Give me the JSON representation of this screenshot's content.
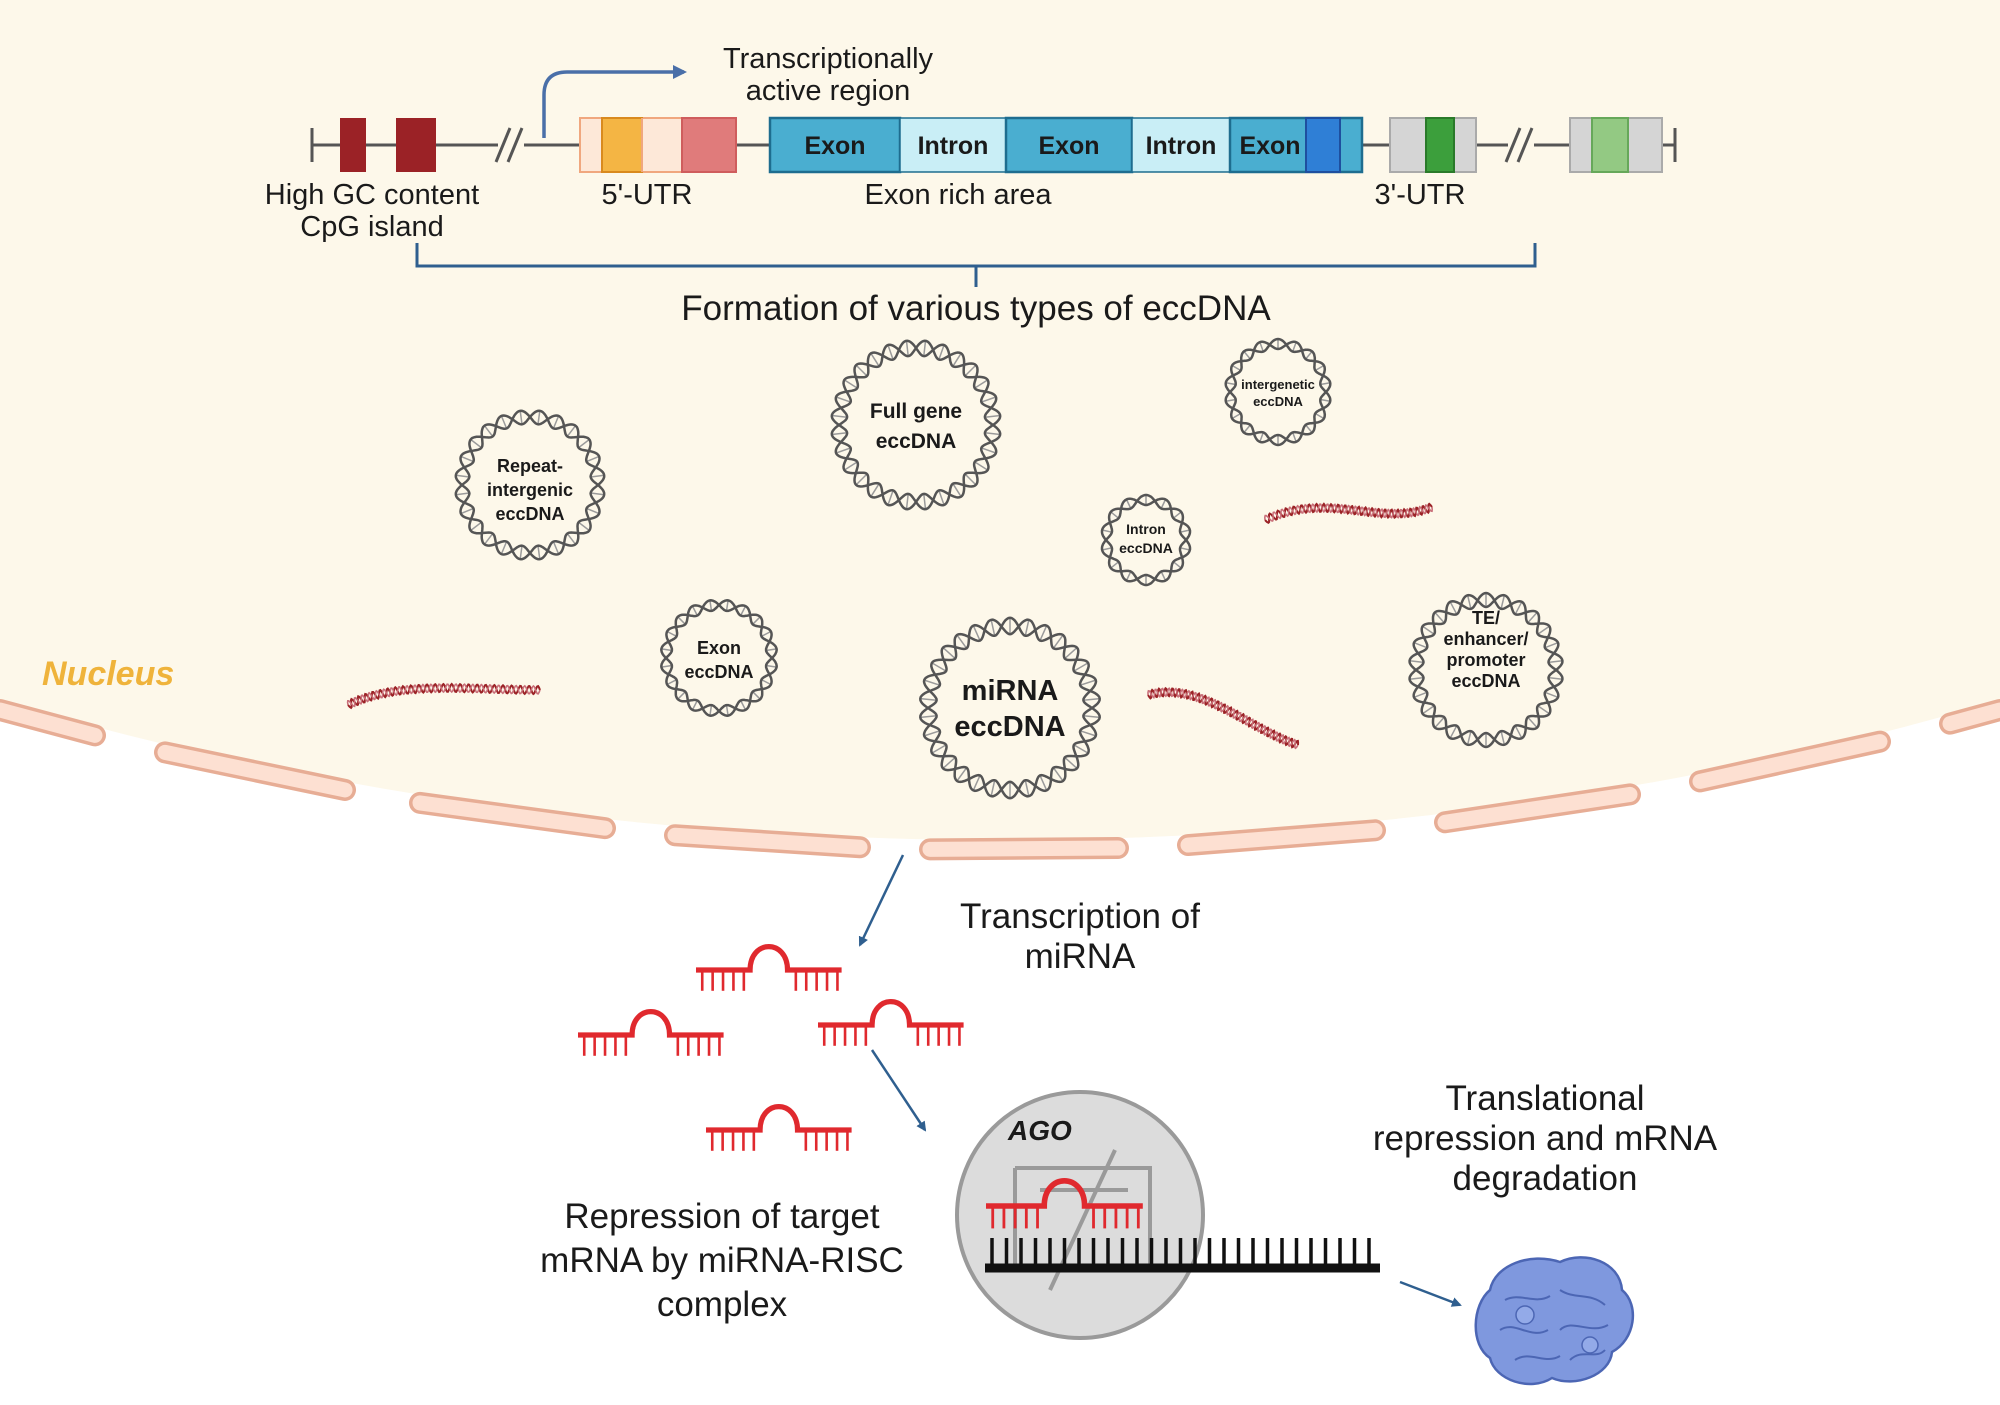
{
  "gene_map": {
    "active_region_label": [
      "Transcriptionally",
      "active region"
    ],
    "segments": {
      "exon1": "Exon",
      "intron1": "Intron",
      "exon2": "Exon",
      "intron2": "Intron",
      "exon3": "Exon"
    },
    "labels": {
      "cpg": [
        "High GC content",
        "CpG island"
      ],
      "utr5": "5'-UTR",
      "exon_rich": "Exon rich area",
      "utr3": "3'-UTR"
    },
    "colors": {
      "cpg": "#9b2226",
      "utr5_light": "#fde8d8",
      "utr5_orange": "#f4b544",
      "utr5_red": "#e07b7b",
      "exon": "#4aaed0",
      "intron": "#c9eef6",
      "exon_blue": "#2f7fd6",
      "utr3_gray": "#d5d5d5",
      "utr3_green": "#3c9f3c",
      "utr3_green_light": "#93c983"
    }
  },
  "formation_title": "Formation of various types of eccDNA",
  "nucleus_label": "Nucleus",
  "eccdna": {
    "repeat": [
      "Repeat-",
      "intergenic",
      "eccDNA"
    ],
    "full_gene": [
      "Full gene",
      "eccDNA"
    ],
    "intergenetic": [
      "intergenetic",
      "eccDNA"
    ],
    "intron": [
      "Intron",
      "eccDNA"
    ],
    "exon": [
      "Exon",
      "eccDNA"
    ],
    "mirna": [
      "miRNA",
      "eccDNA"
    ],
    "te": [
      "TE/",
      "enhancer/",
      "promoter",
      "eccDNA"
    ]
  },
  "steps": {
    "transcription": [
      "Transcription of",
      "miRNA"
    ],
    "repression": [
      "Repression of target",
      "mRNA by miRNA-RISC",
      "complex"
    ],
    "ago": "AGO",
    "translational": [
      "Translational",
      "repression and mRNA",
      "degradation"
    ]
  },
  "colors": {
    "nucleus_fill": "#fdf8ea",
    "envelope_fill": "#fde0d2",
    "envelope_stroke": "#e7ad95",
    "nucleus_label": "#efb33b",
    "mirna": "#e0292e",
    "arrow": "#2f5f8f",
    "protein": "#6f8ed6"
  }
}
